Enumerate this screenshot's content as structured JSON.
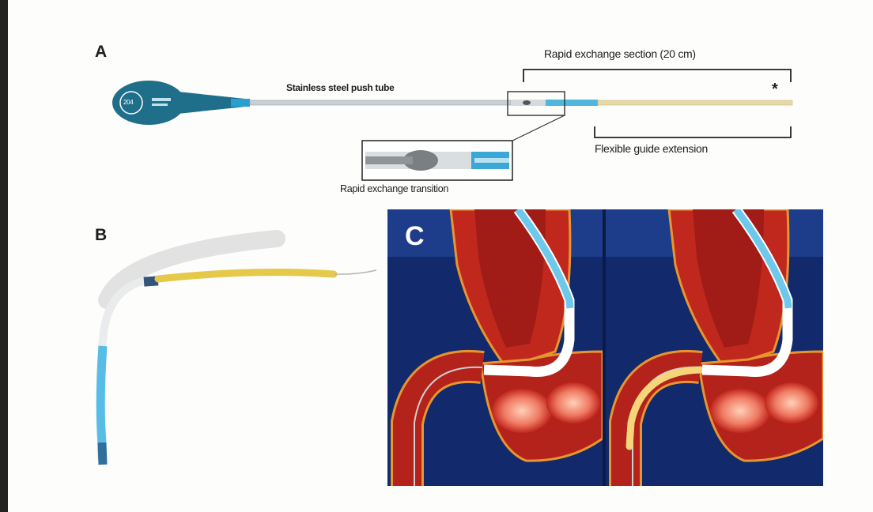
{
  "panel_a": {
    "letter": "A",
    "rapid_exchange_section": "Rapid exchange section (20 cm)",
    "push_tube": "Stainless steel push tube",
    "flexible_guide": "Flexible guide extension",
    "transition": "Rapid exchange transition",
    "asterisk": "*",
    "handle_number": "204"
  },
  "panel_b": {
    "letter": "B"
  },
  "panel_c": {
    "letter": "C"
  },
  "colors": {
    "handle_blue": "#1f6f8a",
    "catheter_blue": "#5cc3e6",
    "guide_yellow": "#e6c84a",
    "artery_red": "#c0271d",
    "background_navy": "#12296b"
  }
}
